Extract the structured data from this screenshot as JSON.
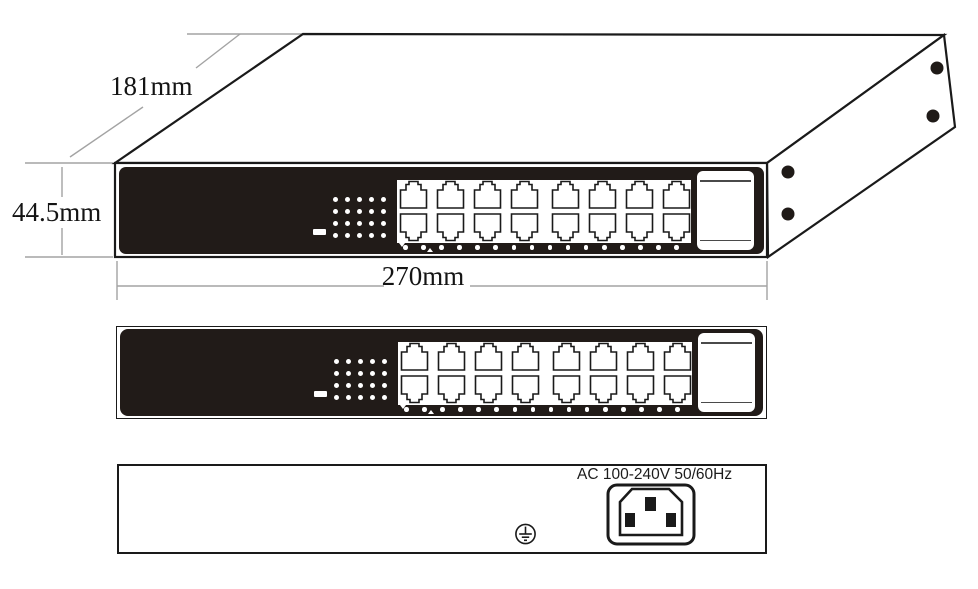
{
  "title": "16-port rack switch dimension diagram",
  "views": {
    "isometric": {
      "name": "isometric-view",
      "dim_depth": "181mm",
      "dim_height": "44.5mm",
      "dim_width": "270mm",
      "side_hole_count": 4
    },
    "front": {
      "name": "front-view"
    },
    "rear": {
      "name": "rear-view",
      "power_rating_label": "AC 100-240V 50/60Hz",
      "ground_icon": "protective-earth-icon",
      "inlet_icon": "iec-c14-power-inlet-icon",
      "inlet_pin_count": 3
    }
  },
  "panel": {
    "port_rows": 2,
    "ports_per_row": 8,
    "group_size": 4,
    "led_matrix_rows": 4,
    "led_matrix_cols": 5,
    "port_led_count": 16,
    "has_power_led": true,
    "has_module_bay": true
  },
  "colors": {
    "panel": "#211b18",
    "line": "#1a1a1a",
    "dim_line": "#a3a3a3",
    "face": "#ffffff"
  }
}
